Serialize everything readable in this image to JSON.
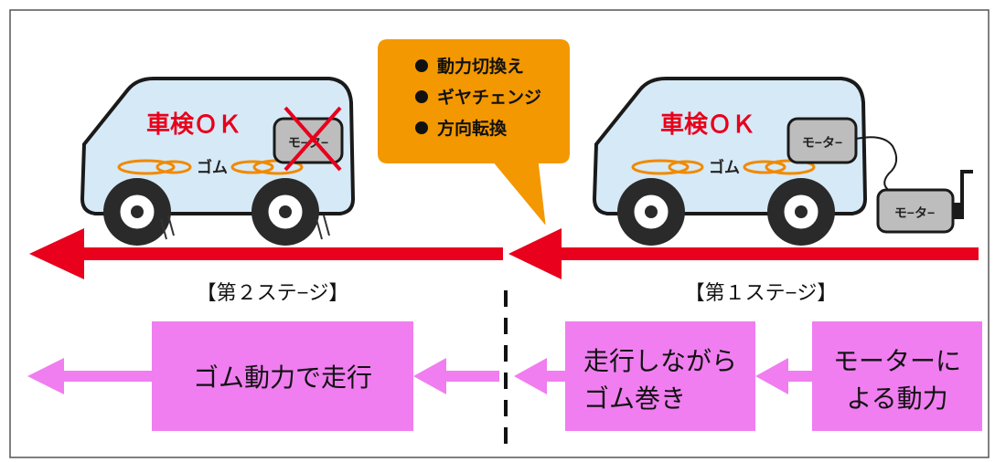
{
  "callout": {
    "items": [
      "動力切換え",
      "ギヤチェンジ",
      "方向転換"
    ]
  },
  "left_car": {
    "inspection_label": "車検ＯＫ",
    "band_label": "ゴム",
    "motor_label": "モ−タ−",
    "motor_state": "crossed-out"
  },
  "right_car": {
    "inspection_label": "車検ＯＫ",
    "band_label": "ゴム",
    "motor_label": "モ−タ−",
    "external_motor_label": "モ−タ−"
  },
  "stages": {
    "stage2": "【第２ステ−ジ】",
    "stage1": "【第１ステ−ジ】"
  },
  "flow": {
    "box_left": "ゴム動力で走行",
    "box_mid_line1": "走行しながら",
    "box_mid_line2": "ゴム巻き",
    "box_right_line1": "モーターに",
    "box_right_line2": "よる動力"
  },
  "colors": {
    "arrow_red": "#e8001c",
    "flow_pink": "#f07ef0",
    "callout_orange": "#f39800",
    "car_body": "#d6e9f6",
    "text_red": "#e8001c"
  }
}
